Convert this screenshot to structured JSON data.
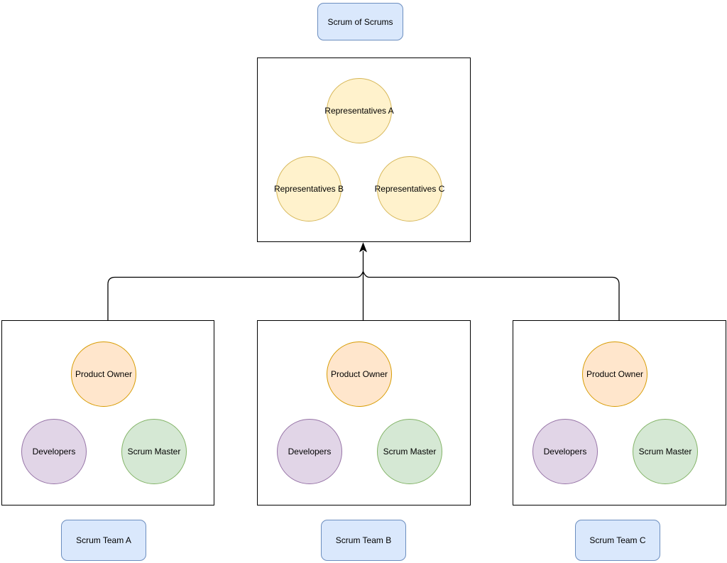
{
  "diagram_title": "Scrum of Scrums",
  "top_label": "Scrum of Scrums",
  "representatives": {
    "a": "Representatives A",
    "b": "Representatives B",
    "c": "Representatives C"
  },
  "teams": [
    {
      "name": "Scrum Team A",
      "product_owner": "Product Owner",
      "developers": "Developers",
      "scrum_master": "Scrum Master"
    },
    {
      "name": "Scrum Team B",
      "product_owner": "Product Owner",
      "developers": "Developers",
      "scrum_master": "Scrum Master"
    },
    {
      "name": "Scrum Team C",
      "product_owner": "Product Owner",
      "developers": "Developers",
      "scrum_master": "Scrum Master"
    }
  ],
  "colors": {
    "label_fill": "#dae8fc",
    "label_stroke": "#6c8ebf",
    "representatives_fill": "#fff2cc",
    "representatives_stroke": "#d6b656",
    "product_owner_fill": "#ffe6cc",
    "product_owner_stroke": "#d79b00",
    "developers_fill": "#e1d5e7",
    "developers_stroke": "#9673a6",
    "scrum_master_fill": "#d5e8d4",
    "scrum_master_stroke": "#82b366",
    "container_stroke": "#000000",
    "connector_stroke": "#000000",
    "background": "#ffffff"
  }
}
